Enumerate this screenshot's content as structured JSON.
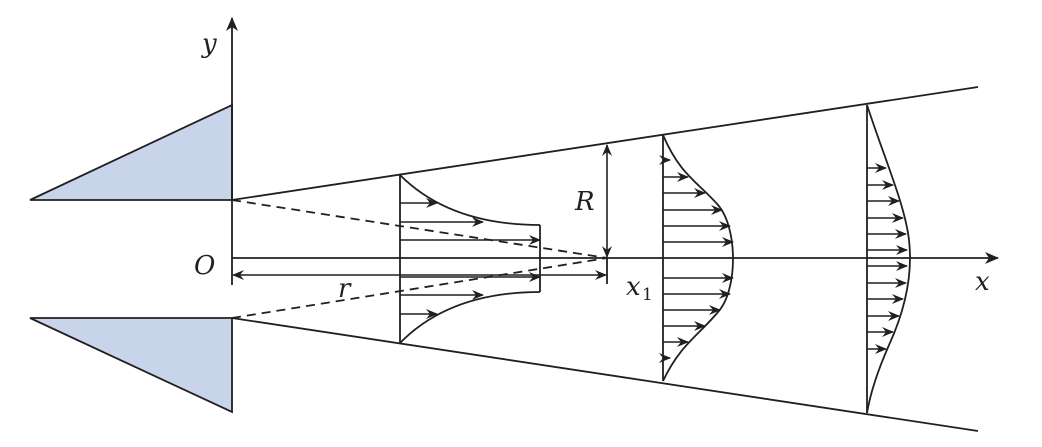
{
  "colors": {
    "line": "#231f20",
    "nozzle_fill": "#c8d4ea"
  },
  "labels": {
    "y": "y",
    "x": "x",
    "O": "O",
    "r": "r",
    "R": "R",
    "x1_base": "x",
    "x1_sub": "1"
  }
}
